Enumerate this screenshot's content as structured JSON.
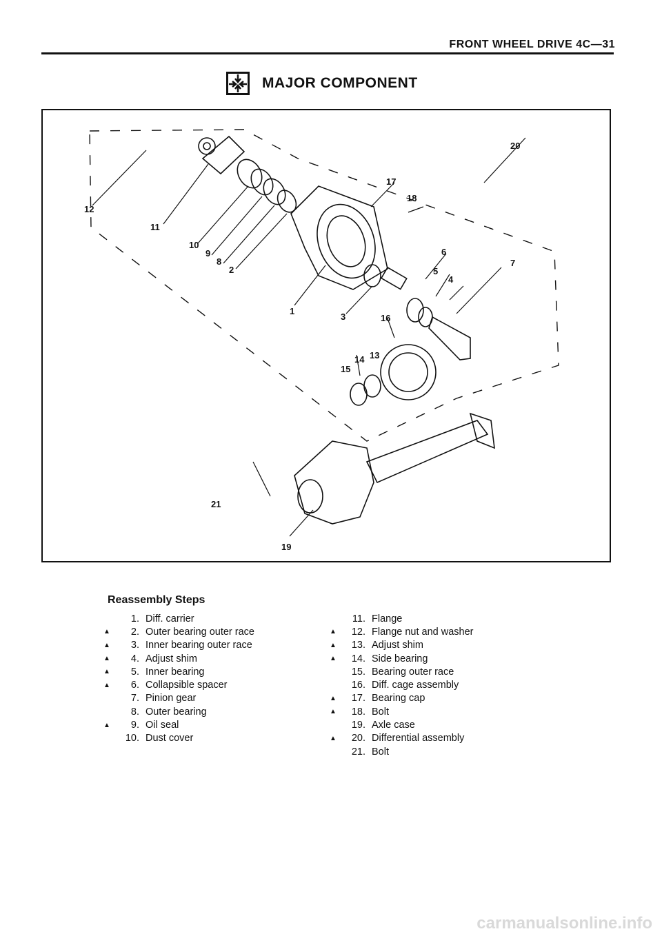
{
  "page": {
    "header": "FRONT WHEEL DRIVE 4C—31",
    "section_title": "MAJOR COMPONENT",
    "section_icon": "exploded-view-icon"
  },
  "figure": {
    "callouts": [
      "1",
      "2",
      "3",
      "4",
      "5",
      "6",
      "7",
      "8",
      "9",
      "10",
      "11",
      "12",
      "13",
      "14",
      "15",
      "16",
      "17",
      "18",
      "19",
      "20",
      "21"
    ]
  },
  "reassembly": {
    "title": "Reassembly Steps",
    "left": [
      {
        "marker": "",
        "num": "1.",
        "label": "Diff. carrier"
      },
      {
        "marker": "▲",
        "num": "2.",
        "label": "Outer bearing outer race"
      },
      {
        "marker": "▲",
        "num": "3.",
        "label": "Inner bearing outer race"
      },
      {
        "marker": "▲",
        "num": "4.",
        "label": "Adjust shim"
      },
      {
        "marker": "▲",
        "num": "5.",
        "label": "Inner bearing"
      },
      {
        "marker": "▲",
        "num": "6.",
        "label": "Collapsible spacer"
      },
      {
        "marker": "",
        "num": "7.",
        "label": "Pinion gear"
      },
      {
        "marker": "",
        "num": "8.",
        "label": "Outer bearing"
      },
      {
        "marker": "▲",
        "num": "9.",
        "label": "Oil seal"
      },
      {
        "marker": "",
        "num": "10.",
        "label": "Dust cover"
      }
    ],
    "right": [
      {
        "marker": "",
        "num": "11.",
        "label": "Flange"
      },
      {
        "marker": "▲",
        "num": "12.",
        "label": "Flange nut and washer"
      },
      {
        "marker": "▲",
        "num": "13.",
        "label": "Adjust shim"
      },
      {
        "marker": "▲",
        "num": "14.",
        "label": "Side bearing"
      },
      {
        "marker": "",
        "num": "15.",
        "label": "Bearing outer race"
      },
      {
        "marker": "",
        "num": "16.",
        "label": "Diff. cage assembly"
      },
      {
        "marker": "▲",
        "num": "17.",
        "label": "Bearing cap"
      },
      {
        "marker": "▲",
        "num": "18.",
        "label": "Bolt"
      },
      {
        "marker": "",
        "num": "19.",
        "label": "Axle case"
      },
      {
        "marker": "▲",
        "num": "20.",
        "label": "Differential assembly"
      },
      {
        "marker": "",
        "num": "21.",
        "label": "Bolt"
      }
    ]
  },
  "footer": {
    "watermark": "carmanualsonline.info"
  }
}
